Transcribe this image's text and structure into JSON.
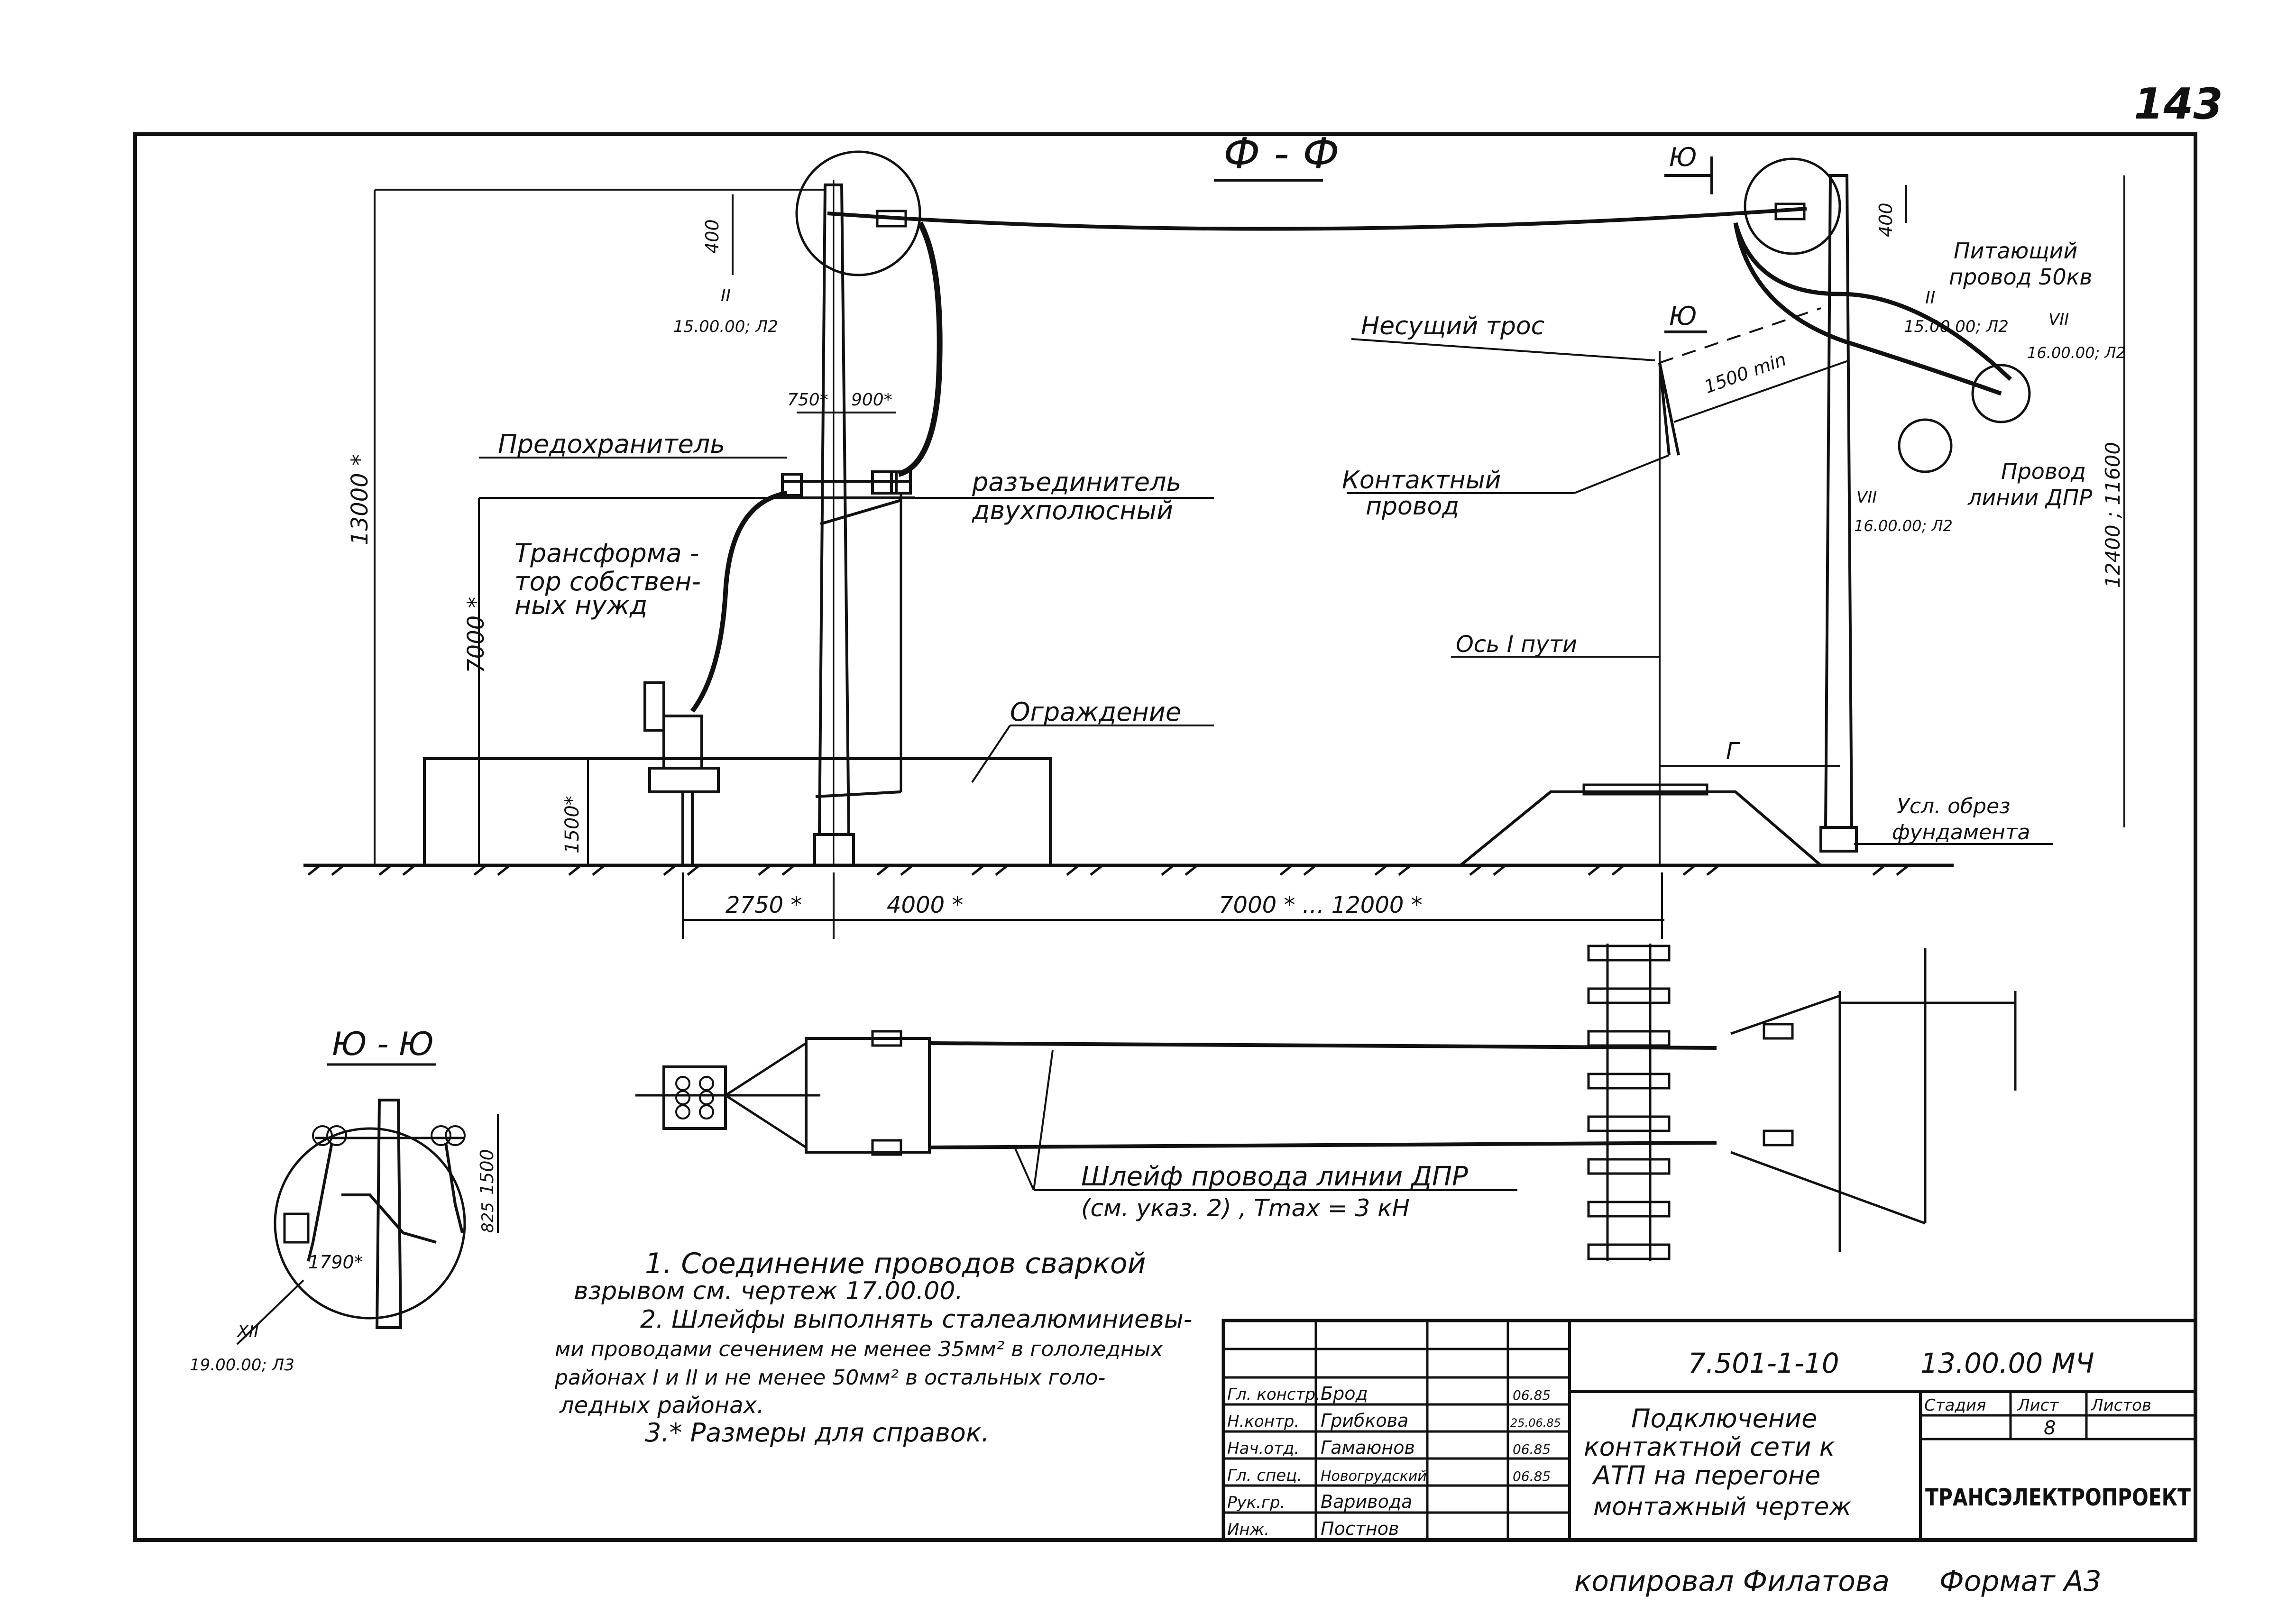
{
  "page_number": "143",
  "section_ff": "Ф - Ф",
  "section_yy": "Ю - Ю",
  "cut_mark": "Ю",
  "labels": {
    "fuse": "Предохранитель",
    "transformer_l1": "Трансформа -",
    "transformer_l2": "тор собствен-",
    "transformer_l3": "ных нужд",
    "disconnector_l1": "разъединитель",
    "disconnector_l2": "двухполюсный",
    "fence": "Ограждение",
    "carrier_cable": "Несущий трос",
    "contact_wire_l1": "Контактный",
    "contact_wire_l2": "провод",
    "track_axis": "Ось I пути",
    "feeder_l1": "Питающий",
    "feeder_l2": "провод 50кв",
    "dpr_line_l1": "Провод",
    "dpr_line_l2": "линии ДПР",
    "foundation_l1": "Усл. обрез",
    "foundation_l2": "фундамента",
    "loop_l1": "Шлейф провода линии ДПР",
    "loop_l2": "(см. указ. 2) , Tmax = 3 кН",
    "gauge": "Г"
  },
  "refs": {
    "ref_left_num": "II",
    "ref_left_code": "15.00.00; Л2",
    "ref_right_num": "II",
    "ref_right_code": "15.00.00; Л2",
    "ref_vii_a_num": "VII",
    "ref_vii_a_code": "16.00.00; Л2",
    "ref_vii_b_num": "VII",
    "ref_vii_b_code": "16.00.00; Л2",
    "ref_xii_num": "XII",
    "ref_xii_code": "19.00.00; Л3"
  },
  "dimensions": {
    "d400_left": "400",
    "d400_right": "400",
    "d13000": "13000 *",
    "d7000": "7000 *",
    "d1500": "1500*",
    "d750": "750*",
    "d900": "900*",
    "d1500min": "1500 min",
    "d12400": "12400 ; 11600",
    "d2750": "2750 *",
    "d4000": "4000 *",
    "d7000_12000": "7000 * ... 12000 *",
    "yy_1500": "1500",
    "yy_825": "825",
    "yy_1790": "1790*"
  },
  "notes": {
    "n1_l1": "1. Соединение проводов сваркой",
    "n1_l2": "взрывом см. чертеж 17.00.00.",
    "n2_l1": "2. Шлейфы выполнять сталеалюминиевы-",
    "n2_l2": "ми проводами сечением не менее 35мм² в гололедных",
    "n2_l3": "районах I и II и не менее 50мм² в остальных голо-",
    "n2_l4": "ледных районах.",
    "n3": "3.* Размеры для справок."
  },
  "title_block": {
    "doc_code": "7.501-1-10",
    "sheet_code": "13.00.00 МЧ",
    "title_l1": "Подключение",
    "title_l2": "контактной сети к",
    "title_l3": "АТП на перегоне",
    "title_l4": "монтажный чертеж",
    "col_stage": "Стадия",
    "col_sheet": "Лист",
    "col_sheets": "Листов",
    "sheet_no": "8",
    "org": "ТРАНСЭЛЕКТРОПРОЕКТ",
    "rows": [
      {
        "role": "Гл. констр.",
        "name": "Брод",
        "date": "06.85"
      },
      {
        "role": "Н.контр.",
        "name": "Грибкова",
        "date": "25.06.85"
      },
      {
        "role": "Нач.отд.",
        "name": "Гамаюнов",
        "date": "06.85"
      },
      {
        "role": "Гл. спец.",
        "name": "Новогрудский",
        "date": "06.85"
      },
      {
        "role": "Рук.гр.",
        "name": "Варивода",
        "date": ""
      },
      {
        "role": "Инж.",
        "name": "Постнов",
        "date": ""
      }
    ]
  },
  "footer": {
    "copied": "копировал Филатова",
    "format": "Формат А3"
  }
}
